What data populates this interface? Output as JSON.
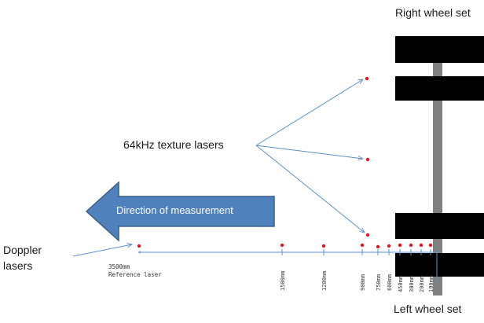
{
  "labels": {
    "right_wheel_set": "Right wheel set",
    "left_wheel_set": "Left wheel set",
    "texture_lasers": "64kHz texture lasers",
    "doppler_line1": "Doppler",
    "doppler_line2": "lasers",
    "direction": "Direction of measurement",
    "reference_line1": "3500mm",
    "reference_line2": "Reference laser"
  },
  "distance_labels": [
    "1500mm",
    "1200mm",
    "900mm",
    "750mm",
    "600mm",
    "450mm",
    "300mm",
    "200mm",
    "100mm"
  ],
  "colors": {
    "laser_dot": "#e8141e",
    "arrow_fill": "#4f81bd",
    "arrow_stroke": "#385d8a",
    "callout_line": "#5b8fc9",
    "wheel": "#000000",
    "axle": "#808080"
  }
}
